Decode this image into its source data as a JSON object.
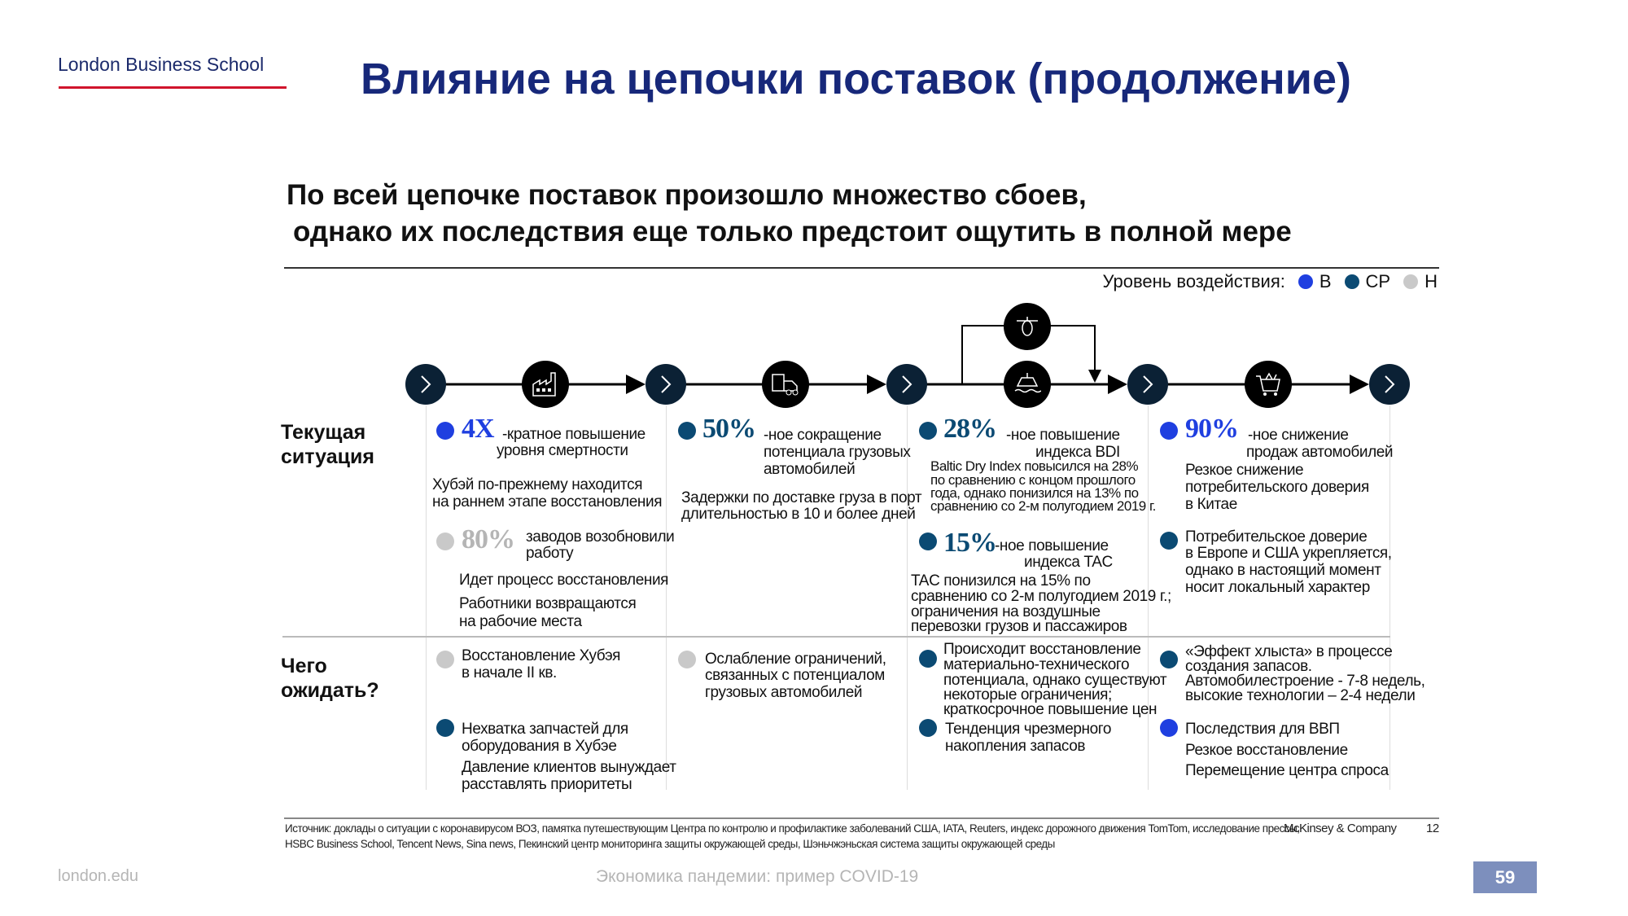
{
  "header": {
    "logo": "London Business School",
    "title": "Влияние на цепочки поставок (продолжение)"
  },
  "subtitle": [
    "По всей цепочке поставок произошло множество сбоев,",
    "однако их последствия еще только предстоит ощутить в полной мере"
  ],
  "legend": {
    "label": "Уровень воздействия:",
    "items": [
      {
        "label": "В",
        "color": "#1f3fe0"
      },
      {
        "label": "СР",
        "color": "#0b4a73"
      },
      {
        "label": "Н",
        "color": "#c9c9c9"
      }
    ]
  },
  "flow_icons": [
    "factory-icon",
    "truck-icon",
    "ship-icon",
    "plane-icon",
    "shopping-cart-icon"
  ],
  "rows": {
    "current": "Текущая ситуация",
    "expect": "Чего ожидать?"
  },
  "current": {
    "c1": {
      "stat1": "4X",
      "stat1_text": [
        "-кратное повышение",
        "уровня смертности"
      ],
      "note1": [
        "Хубэй по-прежнему находится",
        "на раннем этапе восстановления"
      ],
      "stat2": "80%",
      "stat2_text": [
        "заводов возобновили",
        "работу"
      ],
      "note2": "Идет процесс восстановления",
      "note3": [
        "Работники возвращаются",
        "на рабочие места"
      ]
    },
    "c2": {
      "stat1": "50%",
      "stat1_text": [
        "-ное сокращение",
        "потенциала грузовых",
        "автомобилей"
      ],
      "note1": [
        "Задержки по доставке груза в порт",
        "длительностью в 10 и более дней"
      ]
    },
    "c3": {
      "stat1": "28%",
      "stat1_text": [
        "-ное повышение",
        "индекса BDI"
      ],
      "note1": [
        "Baltic Dry Index повысился на 28%",
        "по сравнению с концом прошлого",
        "года, однако понизился на 13% по",
        "сравнению со 2-м полугодием 2019 г."
      ],
      "stat2": "15%",
      "stat2_text": [
        "-ное повышение",
        "индекса TAC"
      ],
      "note2": [
        "TAC понизился на 15% по",
        "сравнению со 2-м полугодием 2019 г.;",
        "ограничения на воздушные",
        "перевозки грузов и пассажиров"
      ]
    },
    "c4": {
      "stat1": "90%",
      "stat1_text": [
        "-ное снижение",
        "продаж автомобилей"
      ],
      "note1": [
        "Резкое снижение",
        "потребительского доверия",
        "в Китае"
      ],
      "item2": [
        "Потребительское доверие",
        "в Европе и США укрепляется,",
        "однако в настоящий момент",
        "носит локальный характер"
      ]
    }
  },
  "expect": {
    "c1": {
      "item1": [
        "Восстановление Хубэя",
        "в начале II кв."
      ],
      "item2": [
        "Нехватка запчастей для",
        "оборудования в Хубэе"
      ],
      "note2": [
        "Давление клиентов вынуждает",
        "расставлять приоритеты"
      ]
    },
    "c2": {
      "item1": [
        "Ослабление ограничений,",
        "связанных с потенциалом",
        "грузовых автомобилей"
      ]
    },
    "c3": {
      "item1": [
        "Происходит восстановление",
        "материально-технического",
        "потенциала, однако существуют",
        "некоторые ограничения;",
        "краткосрочное повышение цен"
      ],
      "item2": [
        "Тенденция чрезмерного",
        "накопления запасов"
      ]
    },
    "c4": {
      "item1": [
        "«Эффект хлыста» в процессе",
        "создания запасов.",
        "Автомобилестроение - 7-8 недель,",
        "высокие технологии – 2-4 недели"
      ],
      "item2": "Последствия для ВВП",
      "note2": "Резкое восстановление",
      "note3": "Перемещение центра спроса"
    }
  },
  "source": [
    "Источник: доклады о ситуации с коронавирусом ВОЗ, памятка путешествующим Центра по контролю и профилактике заболеваний США, IATA, Reuters, индекс дорожного движения TomTom, исследование прессы,",
    "HSBC Business School, Tencent News, Sina news, Пекинский центр мониторинга защиты окружающей среды, Шэньчжэньская система защиты окружающей среды"
  ],
  "mckinsey": "McKinsey & Company",
  "inner_page": "12",
  "footer": {
    "site": "london.edu",
    "center": "Экономика пандемии: пример COVID-19",
    "page": "59"
  }
}
